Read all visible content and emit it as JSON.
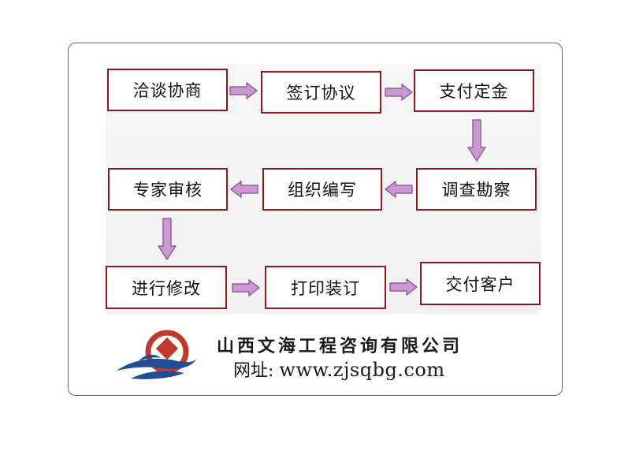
{
  "steps": [
    {
      "label": "洽谈协商"
    },
    {
      "label": "签订协议"
    },
    {
      "label": "支付定金"
    },
    {
      "label": "调查勘察"
    },
    {
      "label": "组织编写"
    },
    {
      "label": "专家审核"
    },
    {
      "label": "进行修改"
    },
    {
      "label": "打印装订"
    },
    {
      "label": "交付客户"
    }
  ],
  "footer": {
    "company": "山西文海工程咨询有限公司",
    "website_label": "网址:",
    "website_url": "www.zjsqbg.com"
  },
  "colors": {
    "box_border": "#8b1a1a",
    "arrow_fill": "#c89ad0",
    "arrow_stroke": "#8a4a95",
    "logo_red": "#c0392b",
    "logo_blue": "#1f4e96"
  }
}
